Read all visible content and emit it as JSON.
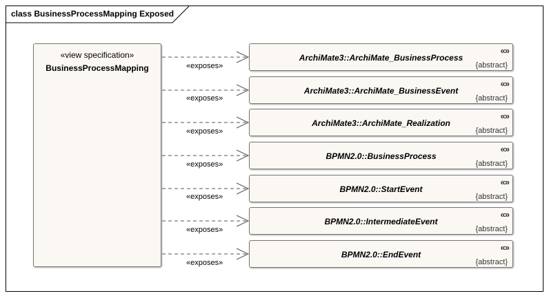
{
  "frame": {
    "title": "class BusinessProcessMapping Exposed"
  },
  "view_spec": {
    "stereotype": "«view specification»",
    "name": "BusinessProcessMapping"
  },
  "targets": [
    {
      "name": "ArchiMate3::ArchiMate_BusinessProcess",
      "icon": "«»",
      "tag": "{abstract}"
    },
    {
      "name": "ArchiMate3::ArchiMate_BusinessEvent",
      "icon": "«»",
      "tag": "{abstract}"
    },
    {
      "name": "ArchiMate3::ArchiMate_Realization",
      "icon": "«»",
      "tag": "{abstract}"
    },
    {
      "name": "BPMN2.0::BusinessProcess",
      "icon": "«»",
      "tag": "{abstract}"
    },
    {
      "name": "BPMN2.0::StartEvent",
      "icon": "«»",
      "tag": "{abstract}"
    },
    {
      "name": "BPMN2.0::IntermediateEvent",
      "icon": "«»",
      "tag": "{abstract}"
    },
    {
      "name": "BPMN2.0::EndEvent",
      "icon": "«»",
      "tag": "{abstract}"
    }
  ],
  "edge_label": "«exposes»"
}
